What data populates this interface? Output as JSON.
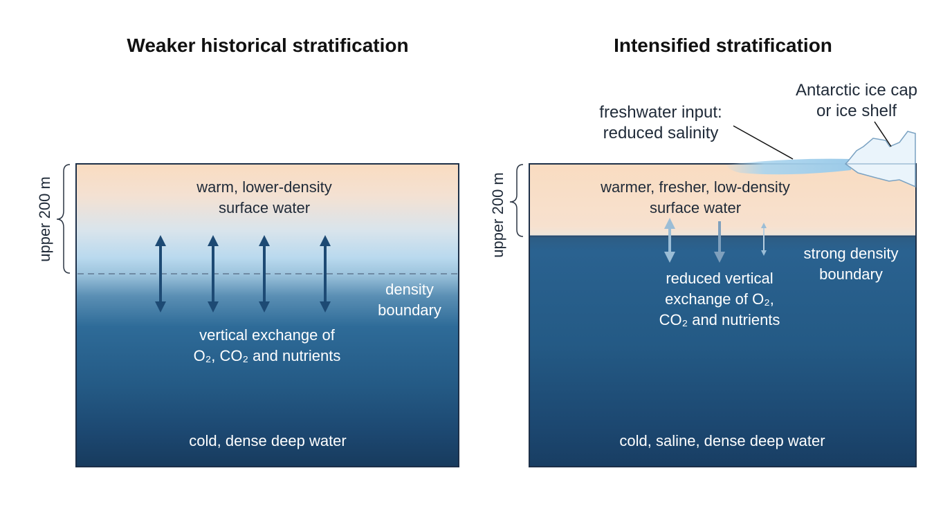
{
  "left": {
    "title": "Weaker historical stratification",
    "depth_label": "upper 200 m",
    "surface_label_1": "warm, lower-density",
    "surface_label_2": "surface water",
    "boundary_label_1": "density",
    "boundary_label_2": "boundary",
    "exchange_label_1": "vertical exchange of",
    "exchange_label_2_html": "O₂, CO₂ and nutrients",
    "deep_label": "cold, dense deep water"
  },
  "right": {
    "title": "Intensified stratification",
    "depth_label": "upper 200 m",
    "ice_label_1": "Antarctic ice cap",
    "ice_label_2": "or ice shelf",
    "freshwater_label_1": "freshwater input:",
    "freshwater_label_2": "reduced salinity",
    "surface_label_1": "warmer, fresher, low-density",
    "surface_label_2": "surface water",
    "boundary_label_1": "strong density",
    "boundary_label_2": "boundary",
    "exchange_label_1": "reduced vertical",
    "exchange_label_2": "exchange of O₂,",
    "exchange_label_3": "CO₂ and nutrients",
    "deep_label": "cold, saline, dense deep water"
  },
  "colors": {
    "surface_water": "#f9dcc1",
    "deep_water": "#1c4770",
    "arrow_dark": "#1d4a74",
    "ice": "#eaf4fb",
    "freshwater_plume": "#a9d4ee"
  }
}
